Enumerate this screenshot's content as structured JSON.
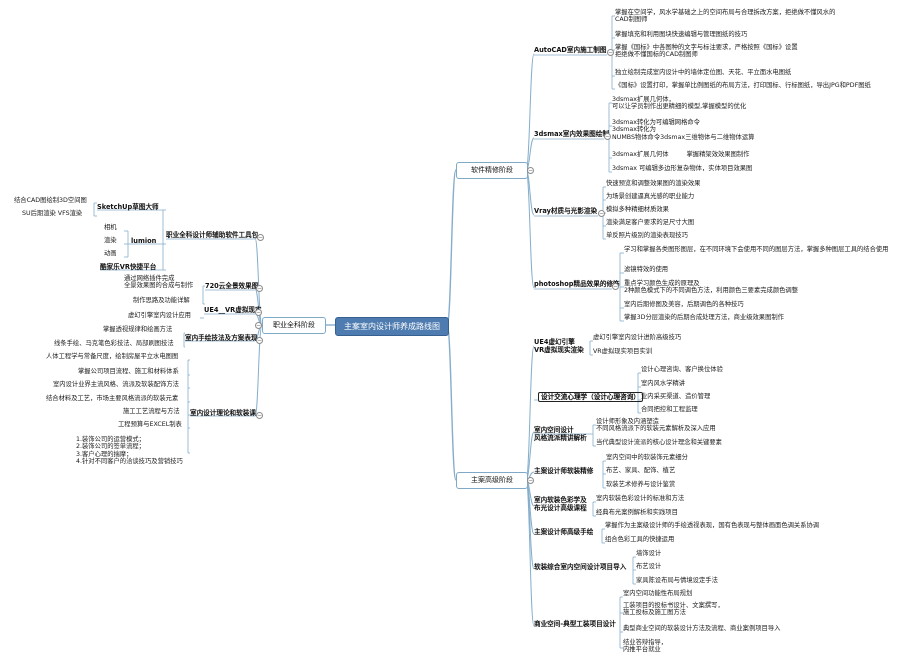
{
  "root": "主案室内设计师养成路线图",
  "branches": {
    "software": "软件精修阶段",
    "career": "职业全科阶段",
    "advanced": "主案高级阶段"
  },
  "software": {
    "autocad": {
      "label": "AutoCAD室内施工制图",
      "items": [
        "掌握在空间学，风水学基础之上的空间布局与合理拆改方案，拒绝做不懂风水的\nCAD制图师",
        "掌握填充和利用图块快速编辑与管理图纸的技巧",
        "掌握《国标》中各图种的文字与标注要求，严格按照《国标》设置\n拒绝做不懂国标的CAD制图师",
        "独立绘制完成室内设计中的墙体定位图、天花、平立面水电图纸",
        "《国标》设置打印，掌握单比例图纸的布局方法，打印国标、行标图纸，导出JPG和PDF图纸"
      ]
    },
    "max3d": {
      "label": "3dsmax室内效果图绘制",
      "items": [
        "3dsmax扩展几何体，\n可以让学员制作出更精细的模型,掌握模型的优化",
        "3dsmax转化为可编辑网格命令\n3dsmax转化为\nNUMBS物体命令3dsmax三维物体与二维物体运算",
        "3dsmax扩展几何体         掌握精架效效果图制作",
        "3dsmax 可编辑多边形复杂物体，实体项目效果图"
      ]
    },
    "vray": {
      "label": "Vray材质与光影渲染",
      "items": [
        "快速预览和调整效果图的渲染效果",
        "为场景创建逼真光感的职业能力",
        "模拟多种精细材质效果",
        "渲染满足客户要求的足尺寸大图",
        "单反照片级别的渲染表现技巧"
      ]
    },
    "photoshop": {
      "label": "photoshop精品效果的修饰",
      "items": [
        "学习和掌握各类图形图层，在不同环境下会使用不同的图层方法，掌握多种图层工具的结合使用",
        "滤镜特效的使用",
        "重点学习颜色生成的原理及\n2种颜色模式下的不同调色方法，利用颜色三要素完成颜色调整",
        "室内后期修图及美容，后期调色的各种技巧",
        "掌握3D分层渲染的后期合成处理方法，商业级效果图制作"
      ]
    }
  },
  "career": {
    "aux": {
      "label": "职业全科设计师辅助软件工具包",
      "sketchup": {
        "label": "SketchUp草图大师",
        "items": [
          "结合CAD图绘制3D空间图",
          "SU后期渲染 VFS渲染"
        ]
      },
      "lumion": {
        "label": "lumion",
        "items": [
          "相机",
          "渲染",
          "动画"
        ]
      },
      "vr": "酷家乐VR快捷平台"
    },
    "pano": {
      "label": "720云全景效果图",
      "items": [
        "通过网络插件完成\n全景效果图的合成与制作",
        "制作思路及功能详解"
      ]
    },
    "ue4": {
      "label": "UE4__VR虚拟现实",
      "items": [
        "虚幻引擎室内设计应用"
      ]
    },
    "hand": {
      "label": "室内手绘技法及方案表现",
      "items": [
        "掌握透视规律和绘画方法",
        "线条手绘、马克笔色彩技法、局部刷图技法"
      ]
    },
    "theory": {
      "label": "室内设计理论和软装课",
      "items": [
        "人体工程学与常备尺度，绘制房屋平立水电图图",
        "掌握公司项目流程、施工和材料体系",
        "室内设计业界主流风格、流派及软装配饰方法",
        "结合材料及工艺，市场主要风格流派的软装元素",
        "施工工艺流程与方法",
        "工程预算与EXCEL制表",
        "1.装饰公司的运营模式；\n2.装饰公司的签单流程；\n3.客户心理的揣摩；\n4.针对不同客户的洽谈技巧及营销技巧"
      ]
    }
  },
  "advanced": {
    "ue4vr": {
      "label": "UE4虚幻引擎\nVR虚拟现实渲染",
      "items": [
        "虚幻引擎室内设计进阶高级技巧",
        "VR虚拟现实项目实训"
      ]
    },
    "space": {
      "label": "室内空间设计\n风格流派精讲解析",
      "sub_label": "设计交流心理学（设计心理咨询）",
      "sub_items": [
        "设计心理咨询、客户换位体验",
        "室内风水学精讲",
        "业内采买渠道、造价管理",
        "合同把控和工程监理"
      ],
      "items": [
        "设计师形象及内涵塑造\n不同风格流派下的软装元素解析及深入应用",
        "当代典型设计流派的核心设计理念和关键要素"
      ]
    },
    "softmain": {
      "label": "主案设计师软装精修",
      "items": [
        "室内空间中的软装饰元素细分",
        "布艺、家具、配饰、植艺",
        "软装艺术修养与设计鉴赏"
      ]
    },
    "color": {
      "label": "室内软装色彩学及\n布光设计高级课程",
      "items": [
        "室内软装色彩设计的标准和方法",
        "经典布光案例解析和实践项目"
      ]
    },
    "hand": {
      "label": "主案设计师高级手绘",
      "items": [
        "掌握作为主案级设计师的手绘透视表现，国有色表现与整体画面色调关系协调",
        "组合色彩工具的快捷运用"
      ]
    },
    "combo": {
      "label": "软装综合室内空间设计项目导入",
      "items": [
        "墙饰设计",
        "布艺设计",
        "家具陈设布局与情境设定手法"
      ]
    },
    "commercial": {
      "label": "商业空间-典型工装项目设计",
      "items": [
        "室内空间功能性布局规划",
        "工装项目的投标书设计、文案撰写，\n施工投标及施工图方法",
        "典型商业空间的软装设计方法及流程、商业案例项目导入",
        "结业答辩指导，\n内推平台就业"
      ]
    }
  },
  "colors": {
    "root_fill": "#4f7cb0",
    "line": "#86aecb",
    "node_border": "#7fa9c7"
  }
}
